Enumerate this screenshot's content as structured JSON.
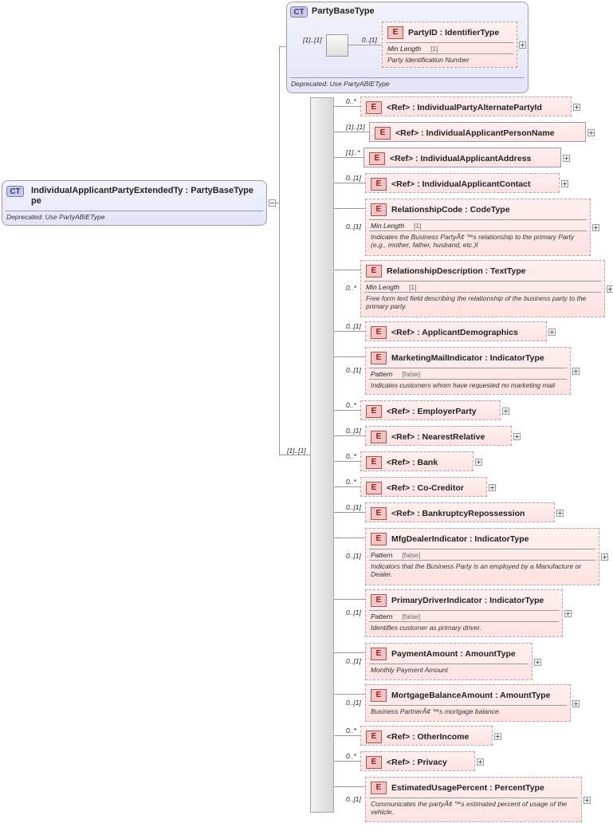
{
  "root": {
    "badge": "CT",
    "title": "IndividualApplicantPartyExtendedTy : PartyBaseType",
    "title2": "pe",
    "doc": "Deprecated: Use PartyABIEType"
  },
  "base": {
    "badge": "CT",
    "title": "PartyBaseType",
    "card": "[1]..[1]",
    "doc": "Deprecated: Use PartyABIEType",
    "party_id": {
      "badge": "E",
      "label": "PartyID   : IdentifierType",
      "card": "0..[1]",
      "facet_label": "Min Length",
      "facet_value": "[1]",
      "doc": "Party Identification Number"
    }
  },
  "seq_card": "[1]..[1]",
  "elements": [
    {
      "badge": "E",
      "label": "<Ref>     : IndividualPartyAlternatePartyId",
      "card": "0..*"
    },
    {
      "badge": "E",
      "label": "<Ref>     : IndividualApplicantPersonName",
      "card": "[1]..[1]"
    },
    {
      "badge": "E",
      "label": "<Ref>     : IndividualApplicantAddress",
      "card": "[1]..*"
    },
    {
      "badge": "E",
      "label": "<Ref>     : IndividualApplicantContact",
      "card": "0..[1]"
    },
    {
      "badge": "E",
      "label": "RelationshipCode : CodeType",
      "card": "0..[1]",
      "facet_label": "Min Length",
      "facet_value": "[1]",
      "doc": "Indicates the Business PartyÃ¢ ™s relationship to the primary Party (e.g., mother, father, husband, etc.)I"
    },
    {
      "badge": "E",
      "label": "RelationshipDescription : TextType",
      "card": "0..*",
      "facet_label": "Min Length",
      "facet_value": "[1]",
      "doc": "Free form text field describing the relationship of the business party to the primary party."
    },
    {
      "badge": "E",
      "label": "<Ref>     : ApplicantDemographics",
      "card": "0..[1]"
    },
    {
      "badge": "E",
      "label": "MarketingMailIndicator : IndicatorType",
      "card": "0..[1]",
      "facet_label": "Pattern",
      "facet_value": "[false]",
      "doc": "Indicates customers whom have requested no marketing mail"
    },
    {
      "badge": "E",
      "label": "<Ref>     : EmployerParty",
      "card": "0..*"
    },
    {
      "badge": "E",
      "label": "<Ref>     : NearestRelative",
      "card": "0..[1]"
    },
    {
      "badge": "E",
      "label": "<Ref>     : Bank",
      "card": "0..*"
    },
    {
      "badge": "E",
      "label": "<Ref>     : Co-Creditor",
      "card": "0..*"
    },
    {
      "badge": "E",
      "label": "<Ref>     : BankruptcyRepossession",
      "card": "0..[1]"
    },
    {
      "badge": "E",
      "label": "MfgDealerIndicator : IndicatorType",
      "card": "0..[1]",
      "facet_label": "Pattern",
      "facet_value": "[false]",
      "doc": "Indicators that the Business Party is an employed by a Manufacture or Dealer."
    },
    {
      "badge": "E",
      "label": "PrimaryDriverIndicator : IndicatorType",
      "card": "0..[1]",
      "facet_label": "Pattern",
      "facet_value": "[false]",
      "doc": "Identifies customer as primary driver."
    },
    {
      "badge": "E",
      "label": "PaymentAmount : AmountType",
      "card": "0..[1]",
      "doc": "Monthly Payment Amount"
    },
    {
      "badge": "E",
      "label": "MortgageBalanceAmount : AmountType",
      "card": "0..[1]",
      "doc": "Business PartnerÃ¢ ™s mortgage balance."
    },
    {
      "badge": "E",
      "label": "<Ref>     : OtherIncome",
      "card": "0..*"
    },
    {
      "badge": "E",
      "label": "<Ref>     : Privacy",
      "card": "0..*"
    },
    {
      "badge": "E",
      "label": "EstimatedUsagePercent : PercentType",
      "card": "0..[1]",
      "doc": "Communicates the partyÃ¢ ™s estimated percent of usage of the vehicle."
    }
  ]
}
